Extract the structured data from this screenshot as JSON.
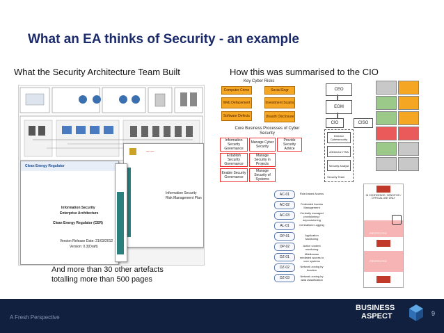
{
  "slide": {
    "title": "What an EA thinks of Security -  an example",
    "left_heading": "What the Security Architecture Team Built",
    "right_heading": "How this was summarised to the CIO",
    "caption_line1": "And more than 30 other artefacts",
    "caption_line2": "totalling more than 500 pages",
    "page_number": "9"
  },
  "left_docs": {
    "doc1_header": "Clean Energy Regulator",
    "doc1_line1": "Information Security",
    "doc1_line2": "Enterprise Architecture",
    "doc1_line3": "Clean Energy Regulator (CER)",
    "doc1_line4": "Version Release Date: 21/03/2012",
    "doc1_line5": "Version: 0.3(Draft)",
    "doc3_line1": "Information Security",
    "doc3_line2": "Risk Management Plan"
  },
  "cio_summary": {
    "risks_title": "Key Cyber Risks",
    "risks": [
      "Computer Crime",
      "Social Engr",
      "Web Defacement",
      "Investment Scams",
      "Software Defects",
      "Unauth Disclosure"
    ],
    "processes_title": "Core Business Processes of Cyber Security",
    "processes": [
      "Information Security Governance",
      "Manage Cyber Security",
      "Provide Security Advice",
      "Establish Security Governance",
      "Manage Security in Projects",
      "Enable Security Governance",
      "Manage Security of Systems"
    ],
    "org": [
      "CEO",
      "EGM",
      "CIO",
      "CISO",
      "Director Cybersecurity",
      "A/Director ITSA",
      "Security Analyst",
      "Security Team"
    ],
    "controls": [
      {
        "code": "AC-01",
        "desc": "Role-based Access"
      },
      {
        "code": "AC-02",
        "desc": "Federated Access Management"
      },
      {
        "code": "AC-03",
        "desc": "Centrally managed provisioning / deprovisioning"
      },
      {
        "code": "AL-01",
        "desc": "Centralised Logging"
      },
      {
        "code": "OP-01",
        "desc": "Application Monitoring"
      },
      {
        "code": "OP-02",
        "desc": "Active content monitoring"
      },
      {
        "code": "DZ-01",
        "desc": "Middleware mediated access to core systems"
      },
      {
        "code": "DZ-02",
        "desc": "Network zoning by function"
      },
      {
        "code": "DZ-03",
        "desc": "Network zoning by data classification"
      }
    ],
    "zone_labels": [
      "IN CONFIDENCE / SENSITIVE / OFFICIAL USE ONLY",
      "PROTECTED",
      "PROTECTED"
    ],
    "colors": {
      "risk": "#f5a623",
      "process_border": "#e33333",
      "zone_red": "#f7b4b4",
      "heat_red": "#ea5a5a",
      "heat_orange": "#f5a623",
      "heat_green": "#9bc98a",
      "heat_grey": "#c8c8c8"
    }
  },
  "footer": {
    "tagline": "A Fresh Perspective",
    "brand_line1": "BUSINESS",
    "brand_line2": "ASPECT",
    "brand_color": "#11203f"
  }
}
